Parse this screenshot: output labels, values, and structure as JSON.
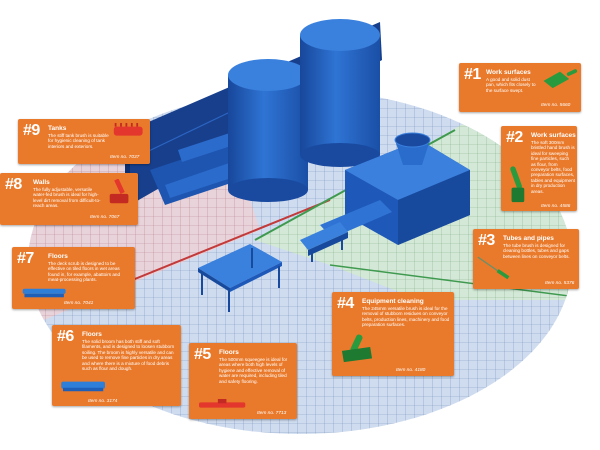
{
  "callouts": {
    "c1": {
      "number": "#1",
      "title": "Work surfaces",
      "desc": "A good and solid dust pan, which fits closely to the surface swept.",
      "item": "Item no. 5660"
    },
    "c2": {
      "number": "#2",
      "title": "Work surfaces",
      "desc": "The soft 300mm bristled hand brush is ideal for sweeping fine particles, such as flour, from conveyor belts, food preparation surfaces, tables and equipment in dry production areas.",
      "item": "Item no. 4586"
    },
    "c3": {
      "number": "#3",
      "title": "Tubes and pipes",
      "desc": "The tube brush is designed for cleaning bottles, tubes and gaps between lines on conveyor belts.",
      "item": "Item no. 5376"
    },
    "c4": {
      "number": "#4",
      "title": "Equipment cleaning",
      "desc": "The 245mm versatile brush is ideal for the removal of stubborn residues on conveyor belts, production lines, machinery and food preparation surfaces.",
      "item": "Item no. 4180"
    },
    "c5": {
      "number": "#5",
      "title": "Floors",
      "desc": "The 500mm squeegee is ideal for areas where both high levels of hygiene and effective removal of water are required, including tiled and safety flooring.",
      "item": "Item no. 7713"
    },
    "c6": {
      "number": "#6",
      "title": "Floors",
      "desc": "The solid broom has both stiff and soft filaments, and is designed to loosen stubborn soiling. The broom is highly versatile and can be used to remove fine particles in dry areas and where there is a mixture of food debris such as flour and dough.",
      "item": "Item no. 3174"
    },
    "c7": {
      "number": "#7",
      "title": "Floors",
      "desc": "The deck scrub is designed to be effective on tiled floors in wet areas found in, for example, abattoirs and meat-processing plants.",
      "item": "Item no. 7041"
    },
    "c8": {
      "number": "#8",
      "title": "Walls",
      "desc": "The fully adjustable, versatile water-fed brush is ideal for high-level dirt removal from difficult-to-reach areas.",
      "item": "Item no. 7067"
    },
    "c9": {
      "number": "#9",
      "title": "Tanks",
      "desc": "The stiff tank brush is suitable for hygienic cleaning of tank interiors and exteriors.",
      "item": "Item no. 7037"
    }
  },
  "colors": {
    "callout": "#ea7a2b",
    "machinery": "#1f5fb8",
    "floor_blue": "#c9d9ef",
    "floor_green": "#cfe6d2",
    "floor_red": "#e8cfd6",
    "tool_red": "#e3362d",
    "tool_green": "#2a9a3e",
    "tool_blue": "#2f7fd8"
  }
}
